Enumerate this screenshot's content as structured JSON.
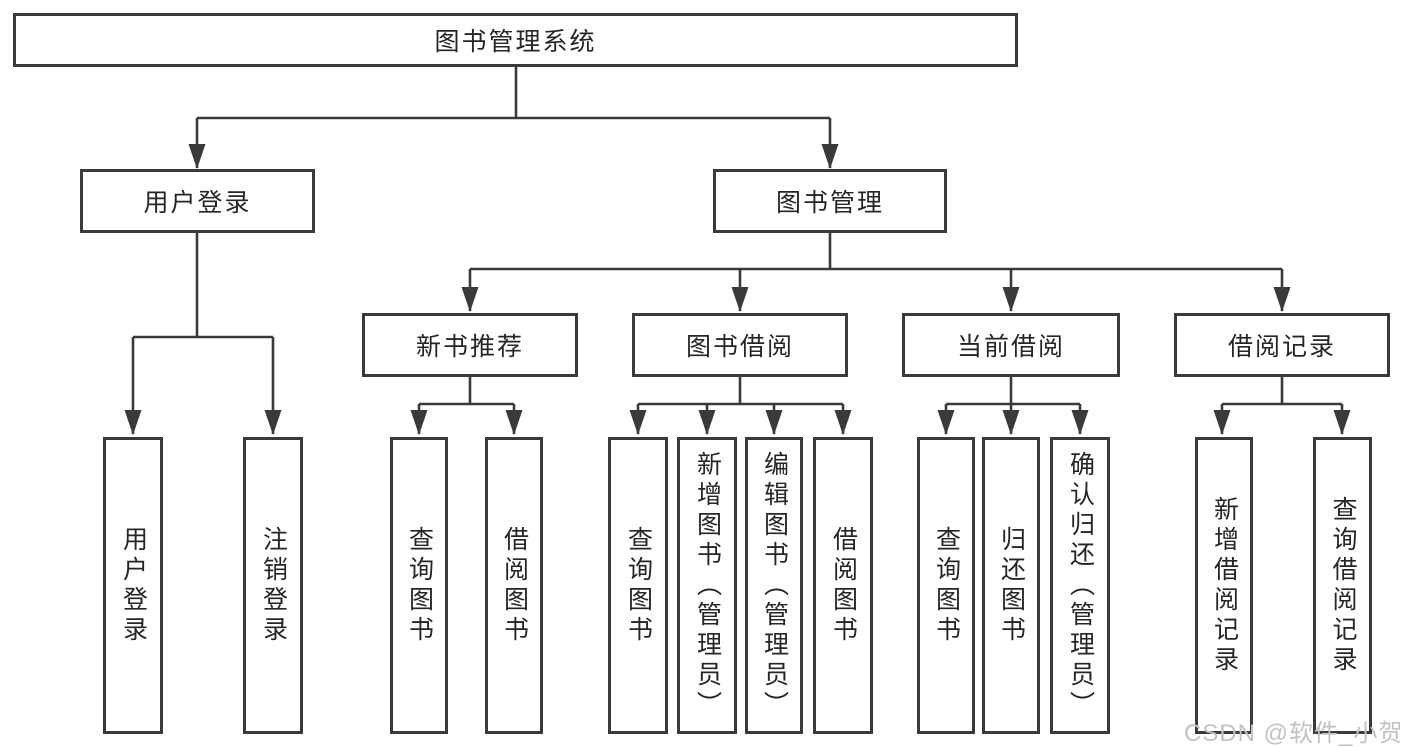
{
  "tree": {
    "label": "图书管理系统",
    "children": [
      {
        "label": "用户登录",
        "children": [
          {
            "label": "用户登录"
          },
          {
            "label": "注销登录"
          }
        ]
      },
      {
        "label": "图书管理",
        "children": [
          {
            "label": "新书推荐",
            "children": [
              {
                "label": "查询图书"
              },
              {
                "label": "借阅图书"
              }
            ]
          },
          {
            "label": "图书借阅",
            "children": [
              {
                "label": "查询图书"
              },
              {
                "label": "新增图书（管理员）"
              },
              {
                "label": "编辑图书（管理员）"
              },
              {
                "label": "借阅图书"
              }
            ]
          },
          {
            "label": "当前借阅",
            "children": [
              {
                "label": "查询图书"
              },
              {
                "label": "归还图书"
              },
              {
                "label": "确认归还（管理员）"
              }
            ]
          },
          {
            "label": "借阅记录",
            "children": [
              {
                "label": "新增借阅记录"
              },
              {
                "label": "查询借阅记录"
              }
            ]
          }
        ]
      }
    ]
  },
  "watermark": "CSDN @软件_小贺同学",
  "colors": {
    "line": "#3a3a3a",
    "text": "#262626",
    "watermark": "#c2c2c2",
    "background": "#ffffff"
  }
}
